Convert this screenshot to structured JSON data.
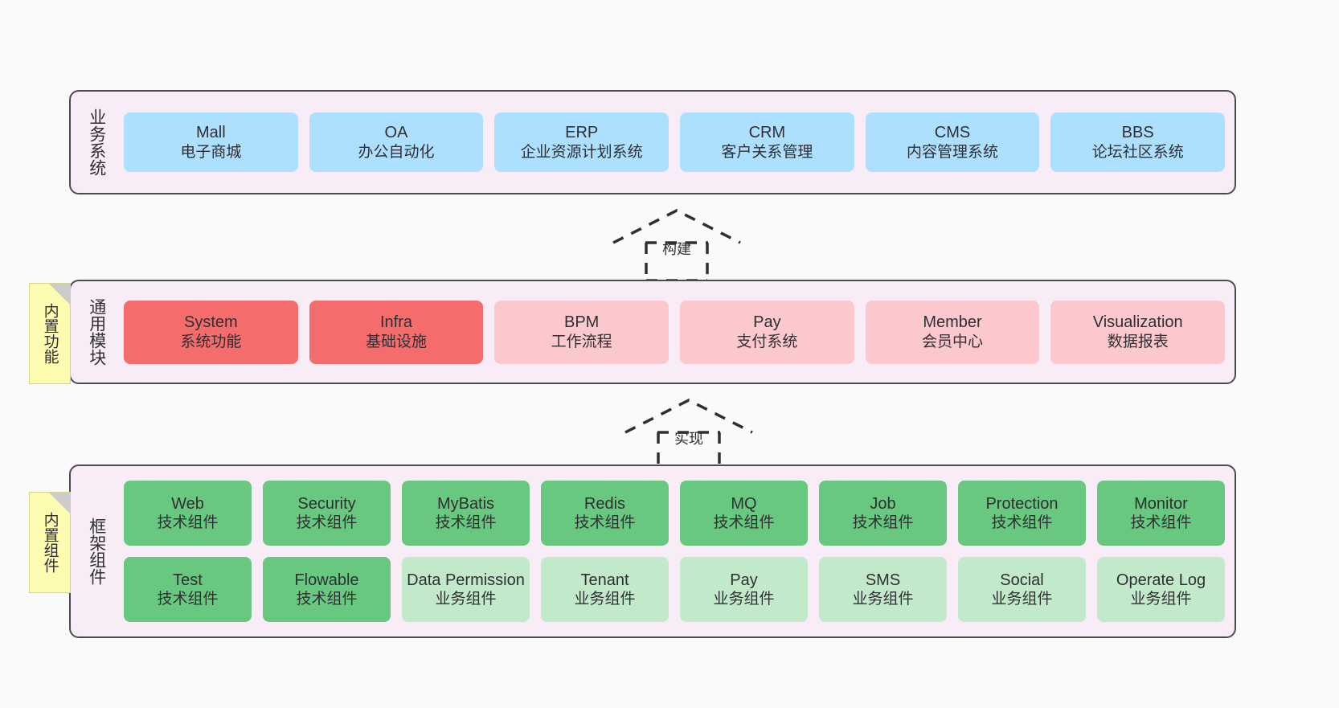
{
  "diagram": {
    "title_hidden": "",
    "colors": {
      "panel_bg": "#f8ecf7",
      "panel_border": "#4a4a52",
      "business_card": "#ade0ff",
      "module_core": "#f56c6c",
      "module_optional": "#fbc8cd",
      "component_tech": "#68c880",
      "component_biz": "#c3e9cb",
      "note_bg": "#fdfbb0",
      "canvas_bg": "#fafafa"
    }
  },
  "layers": [
    {
      "id": "business",
      "title": "业务系统",
      "rows": [
        {
          "cards": [
            {
              "name": "Mall",
              "desc": "电子商城"
            },
            {
              "name": "OA",
              "desc": "办公自动化"
            },
            {
              "name": "ERP",
              "desc": "企业资源计划系统"
            },
            {
              "name": "CRM",
              "desc": "客户关系管理"
            },
            {
              "name": "CMS",
              "desc": "内容管理系统"
            },
            {
              "name": "BBS",
              "desc": "论坛社区系统"
            }
          ]
        }
      ]
    },
    {
      "id": "common",
      "title": "通用模块",
      "rows": [
        {
          "cards": [
            {
              "name": "System",
              "desc": "系统功能"
            },
            {
              "name": "Infra",
              "desc": "基础设施"
            },
            {
              "name": "BPM",
              "desc": "工作流程"
            },
            {
              "name": "Pay",
              "desc": "支付系统"
            },
            {
              "name": "Member",
              "desc": "会员中心"
            },
            {
              "name": "Visualization",
              "desc": "数据报表"
            }
          ]
        }
      ]
    },
    {
      "id": "framework",
      "title": "框架组件",
      "rows": [
        {
          "cards": [
            {
              "name": "Web",
              "desc": "技术组件"
            },
            {
              "name": "Security",
              "desc": "技术组件"
            },
            {
              "name": "MyBatis",
              "desc": "技术组件"
            },
            {
              "name": "Redis",
              "desc": "技术组件"
            },
            {
              "name": "MQ",
              "desc": "技术组件"
            },
            {
              "name": "Job",
              "desc": "技术组件"
            },
            {
              "name": "Protection",
              "desc": "技术组件"
            },
            {
              "name": "Monitor",
              "desc": "技术组件"
            }
          ]
        },
        {
          "cards": [
            {
              "name": "Test",
              "desc": "技术组件"
            },
            {
              "name": "Flowable",
              "desc": "技术组件"
            },
            {
              "name": "Data Permission",
              "desc": "业务组件"
            },
            {
              "name": "Tenant",
              "desc": "业务组件"
            },
            {
              "name": "Pay",
              "desc": "业务组件"
            },
            {
              "name": "SMS",
              "desc": "业务组件"
            },
            {
              "name": "Social",
              "desc": "业务组件"
            },
            {
              "name": "Operate Log",
              "desc": "业务组件"
            }
          ]
        }
      ]
    }
  ],
  "notes": [
    {
      "id": "builtin-func",
      "label": "内置功能"
    },
    {
      "id": "builtin-comp",
      "label": "内置组件"
    }
  ],
  "connectors": [
    {
      "id": "build",
      "label": "构建"
    },
    {
      "id": "realize",
      "label": "实现"
    }
  ]
}
